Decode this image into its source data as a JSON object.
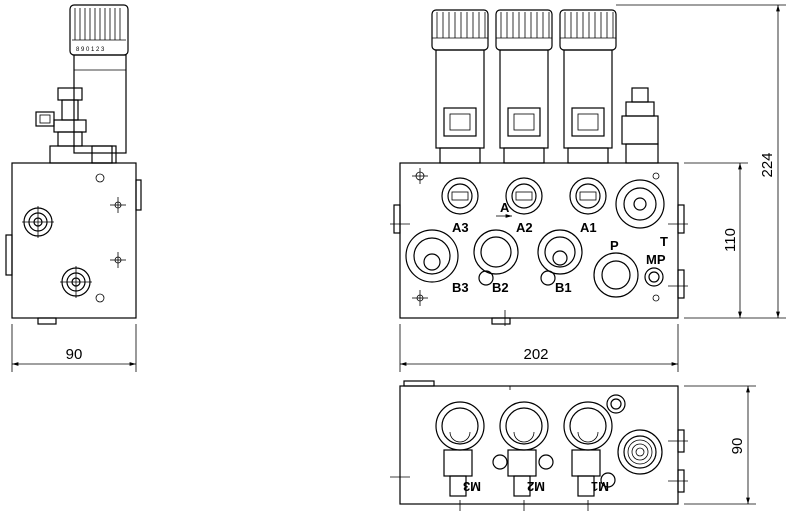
{
  "dimensions": {
    "side_width": "90",
    "front_width": "202",
    "front_height": "110",
    "total_height": "224",
    "top_depth": "90"
  },
  "port_labels": {
    "a3": "A3",
    "a2": "A2",
    "a1": "A1",
    "b3": "B3",
    "b2": "B2",
    "b1": "B1",
    "p": "P",
    "t": "T",
    "mp": "MP",
    "m3": "M3",
    "m2": "M2",
    "m1": "M1",
    "section": "A"
  },
  "colors": {
    "line": "#000000",
    "background": "#ffffff"
  }
}
